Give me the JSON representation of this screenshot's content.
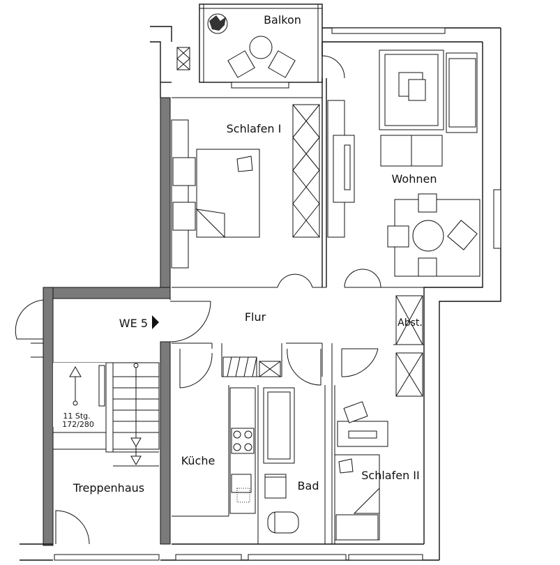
{
  "rooms": {
    "balkon": "Balkon",
    "schlafen1": "Schlafen I",
    "wohnen": "Wohnen",
    "flur": "Flur",
    "abst": "Abst.",
    "kueche": "Küche",
    "bad": "Bad",
    "schlafen2": "Schlafen II",
    "treppenhaus": "Treppenhaus"
  },
  "unit_label": "WE 5",
  "stairs": {
    "steps": "11 Stg.",
    "dimension": "172/280"
  }
}
